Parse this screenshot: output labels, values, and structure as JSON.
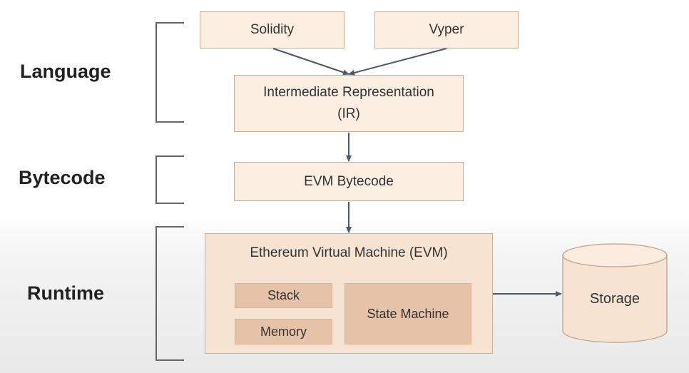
{
  "sections": {
    "language": "Language",
    "bytecode": "Bytecode",
    "runtime": "Runtime"
  },
  "boxes": {
    "solidity": "Solidity",
    "vyper": "Vyper",
    "ir_line1": "Intermediate Representation",
    "ir_line2": "(IR)",
    "evm_bytecode": "EVM Bytecode",
    "evm_title": "Ethereum Virtual Machine (EVM)",
    "stack": "Stack",
    "memory": "Memory",
    "state_machine": "State Machine",
    "storage": "Storage"
  },
  "colors": {
    "box_fill": "#fcefe2",
    "box_border": "#c9ad94",
    "evm_fill": "#f6e3d2",
    "inner_fill": "#e6c2a8",
    "arrow": "#4a5a6a",
    "bracket": "#666666"
  }
}
